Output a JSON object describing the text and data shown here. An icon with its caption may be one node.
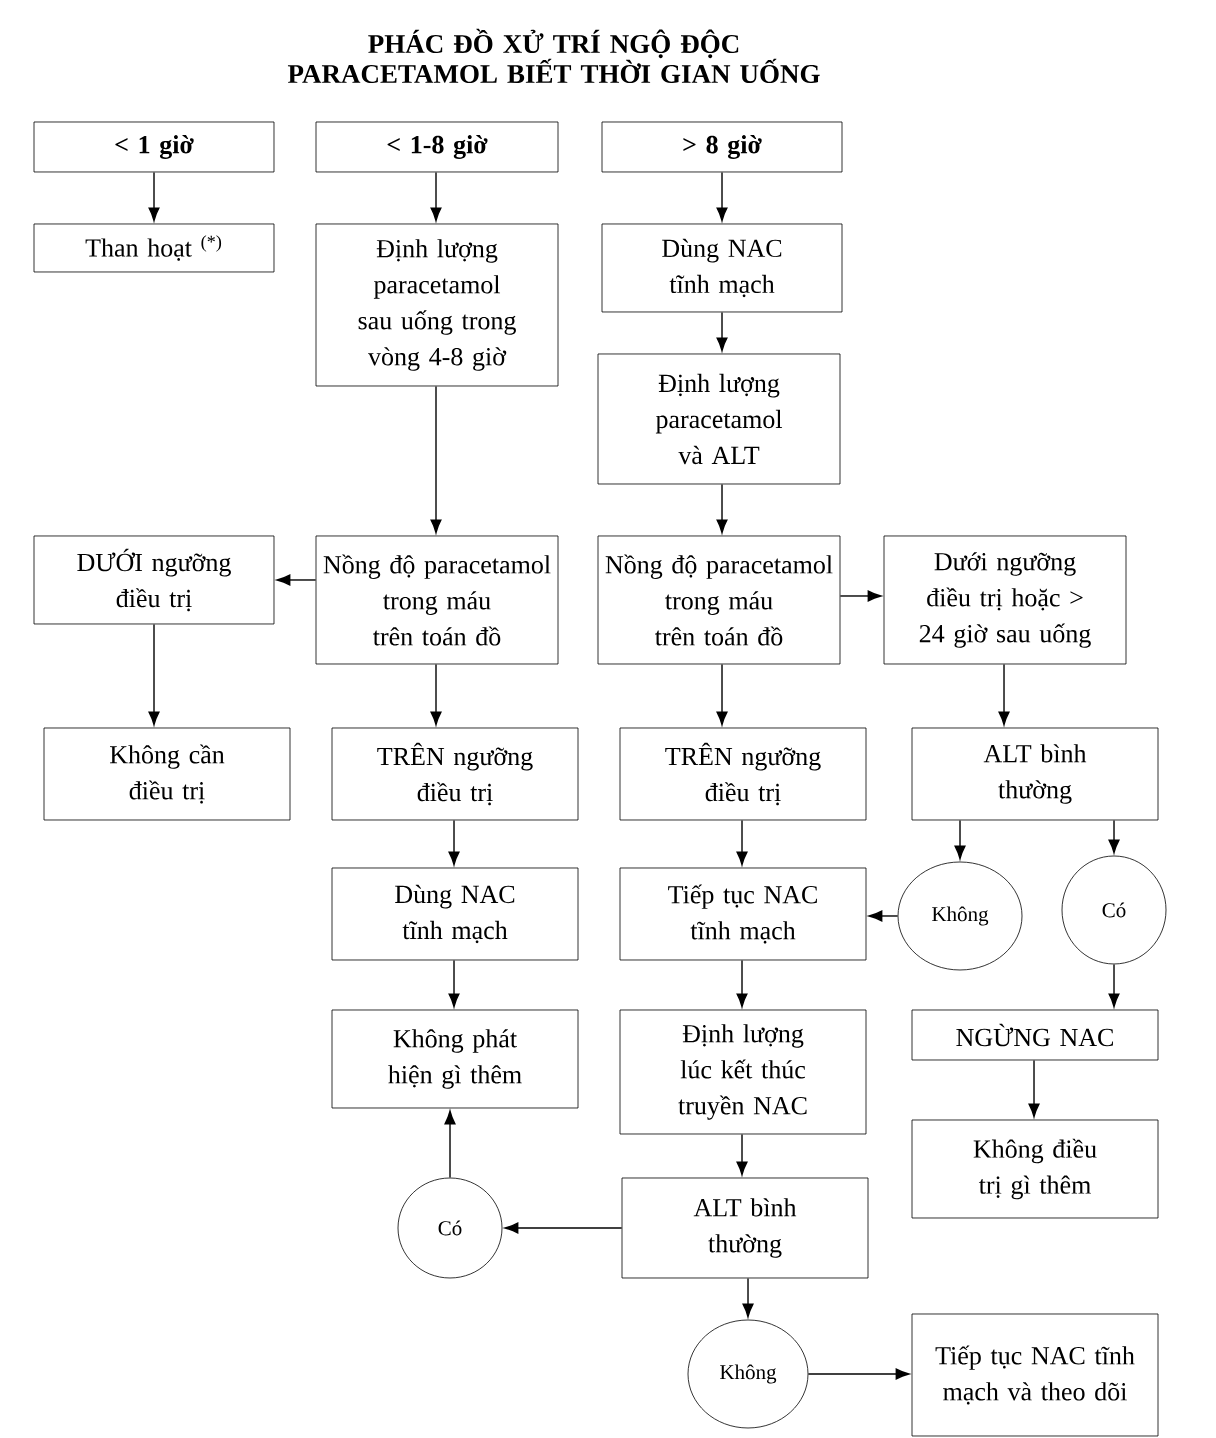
{
  "diagram": {
    "title": "PHÁC ĐỒ XỬ TRÍ NGỘ ĐỘC PARACETAMOL BIẾT THỜI GIAN UỐNG",
    "nodes": [
      {
        "text": [
          "< 1 giờ"
        ]
      },
      {
        "text": [
          "< 1-8 giờ"
        ]
      },
      {
        "text": [
          "> 8 giờ"
        ]
      },
      {
        "text": [
          "Than hoạt $^{(*)}$"
        ]
      },
      {
        "text": [
          "Định lượng paracetamol sau uống trong vòng 4-8 giờ"
        ]
      },
      {
        "text": [
          "Dùng NAC tĩnh mạch"
        ]
      },
      {
        "text": [
          "Định lượng paracetamol và ALT"
        ]
      },
      {
        "text": [
          "DƯỚI ngưỡng điều trị"
        ]
      },
      {
        "text": [
          "Nồng độ paracetamol trong máu trên toán đồ"
        ]
      },
      {
        "text": [
          "Nồng độ paracetamol trong máu trên toán đồ"
        ]
      },
      {
        "text": [
          "Dưới ngưỡng điều trị hoặc > 24 giờ sau uống"
        ]
      },
      {
        "text": [
          "Không cần điều trị"
        ]
      },
      {
        "text": [
          "TRÊN ngưỡng điều trị"
        ]
      },
      {
        "text": [
          "TRÊN ngưỡng điều trị"
        ]
      },
      {
        "text": [
          "ALT bình thường"
        ]
      },
      {
        "text": [
          "Dùng NAC tĩnh mạch"
        ]
      },
      {
        "text": [
          "Tiếp tục NAC tĩnh mạch"
        ]
      },
      {
        "text": [
          "Không"
        ]
      },
      {
        "text": [
          "Có"
        ]
      },
      {
        "text": [
          "Không phát hiện gì thêm"
        ]
      },
      {
        "text": [
          "Định lượng lúc kết thúc truyền NAC"
        ]
      },
      {
        "text": [
          "NGỪNG NAC"
        ]
      },
      {
        "text": [
          "Không điều trị gì thêm"
        ]
      },
      {
        "text": [
          "Có"
        ]
      },
      {
        "text": [
          "ALT bình thường"
        ]
      },
      {
        "text": [
          "Không"
        ]
      },
      {
        "text": [
          "Tiếp tục NAC tĩnh mạch và theo dõi"
        ]
      }
    ],
    "edges": [
      {
        "from": 0,
        "to": 3,
        "arrow": "to"
      },
      {
        "from": 1,
        "to": 4,
        "arrow": "to"
      },
      {
        "from": 2,
        "to": 5,
        "arrow": "to"
      },
      {
        "from": 5,
        "to": 6,
        "arrow": "to"
      },
      {
        "from": 4,
        "to": 8,
        "arrow": "to"
      },
      {
        "from": 6,
        "to": 9,
        "arrow": "to"
      },
      {
        "from": 8,
        "to": 7,
        "arrow": "to"
      },
      {
        "from": 9,
        "to": 10,
        "arrow": "to"
      },
      {
        "from": 7,
        "to": 11,
        "arrow": "to"
      },
      {
        "from": 8,
        "to": 12,
        "arrow": "to"
      },
      {
        "from": 9,
        "to": 13,
        "arrow": "to"
      },
      {
        "from": 10,
        "to": 14,
        "arrow": "to"
      },
      {
        "from": 12,
        "to": 15,
        "arrow": "to"
      },
      {
        "from": 13,
        "to": 16,
        "arrow": "to"
      },
      {
        "from": 14,
        "to": 17,
        "arrow": "to"
      },
      {
        "from": 14,
        "to": 18,
        "arrow": "to"
      },
      {
        "from": 17,
        "to": 16,
        "arrow": "to"
      },
      {
        "from": 15,
        "to": 19,
        "arrow": "to"
      },
      {
        "from": 16,
        "to": 20,
        "arrow": "to"
      },
      {
        "from": 18,
        "to": 21,
        "arrow": "to"
      },
      {
        "from": 21,
        "to": 22,
        "arrow": "to"
      },
      {
        "from": 20,
        "to": 24,
        "arrow": "to"
      },
      {
        "from": 24,
        "to": 23,
        "arrow": "to"
      },
      {
        "from": 23,
        "to": 19,
        "arrow": "to"
      },
      {
        "from": 24,
        "to": 25,
        "arrow": "to"
      },
      {
        "from": 25,
        "to": 26,
        "arrow": "to"
      }
    ]
  }
}
